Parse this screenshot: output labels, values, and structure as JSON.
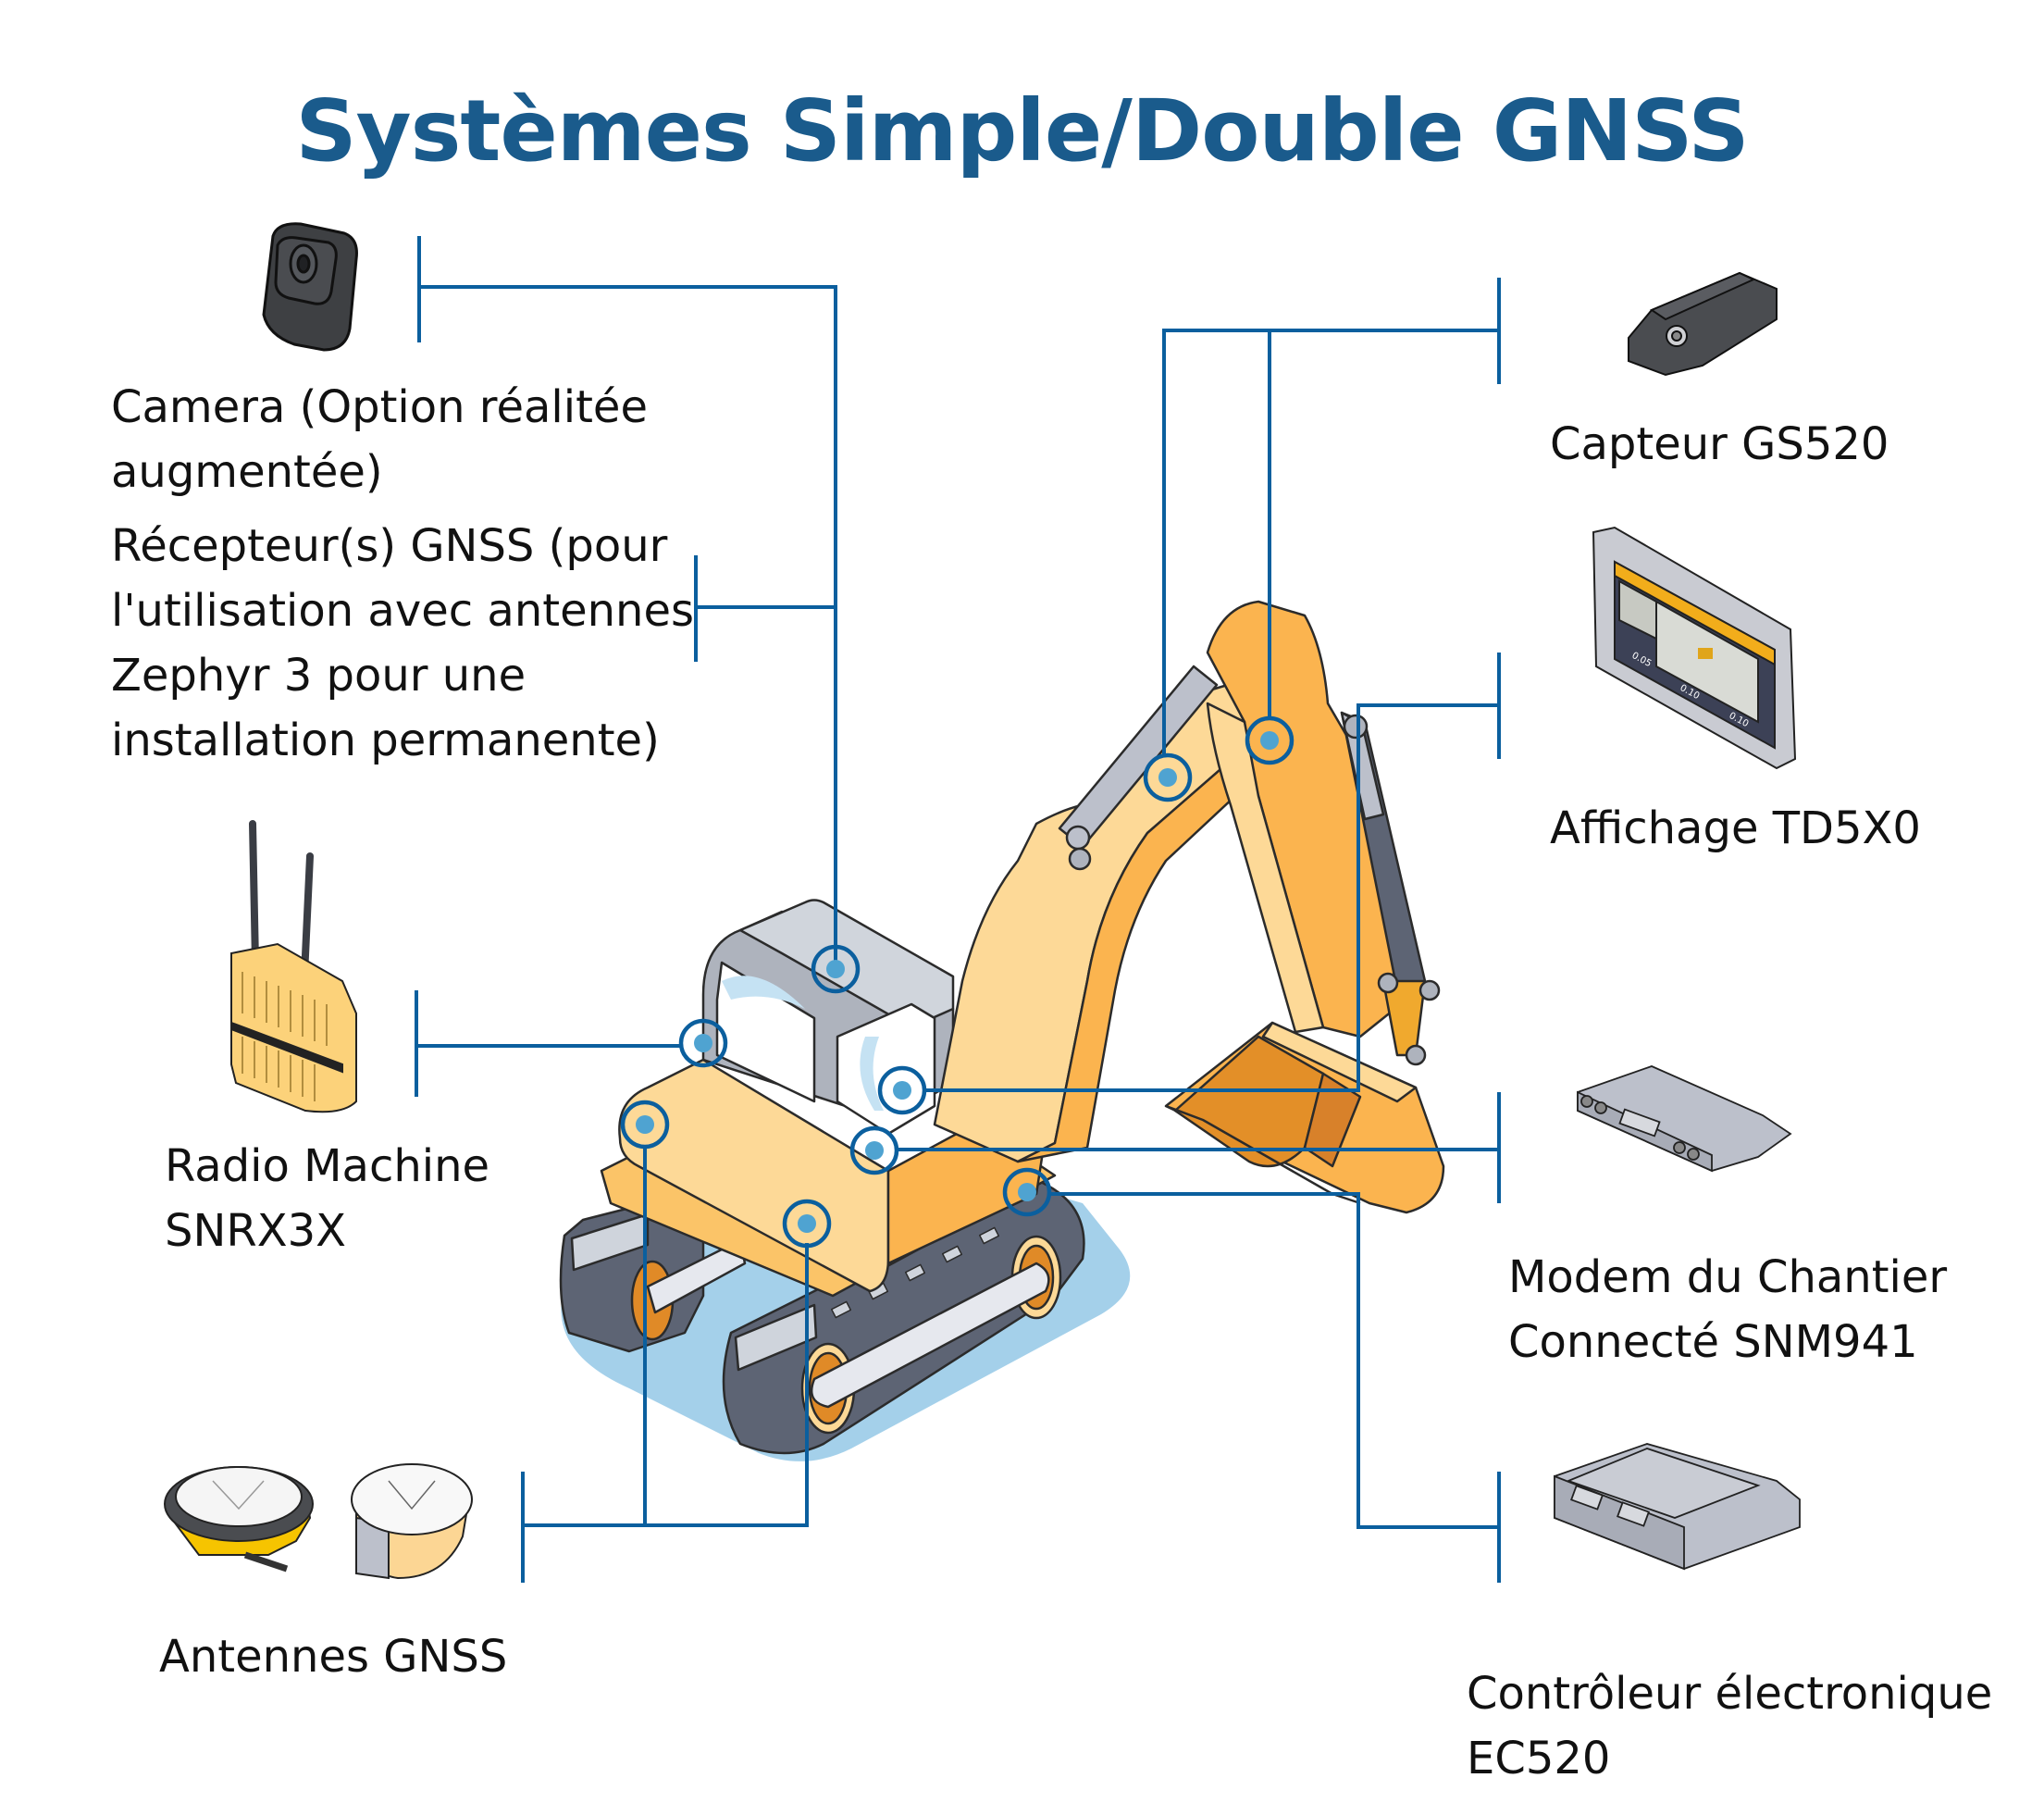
{
  "title": "Systèmes Simple/Double GNSS",
  "colors": {
    "title": "#1a5b8c",
    "leader_line": "#0b5f9e",
    "marker_dot": "#4fa3d1",
    "machine_yellow": "#fbb44f",
    "machine_light": "#fdd997",
    "shadow": "#a4d0ea",
    "track": "#5d6474"
  },
  "components": {
    "camera": {
      "icon": "camera-icon",
      "lines": [
        "Camera (Option réalitée",
        "augmentée)"
      ]
    },
    "receiver": {
      "lines": [
        "Récepteur(s) GNSS (pour",
        "l'utilisation avec antennes",
        "Zephyr 3 pour une",
        "installation permanente)"
      ]
    },
    "radio": {
      "icon": "radio-antenna-icon",
      "lines": [
        "Radio Machine",
        "SNRX3X"
      ]
    },
    "antennas": {
      "icon": "gnss-antenna-icon",
      "lines": [
        "Antennes GNSS"
      ]
    },
    "sensor": {
      "icon": "sensor-icon",
      "lines": [
        "Capteur GS520"
      ]
    },
    "display": {
      "icon": "tablet-display-icon",
      "lines": [
        "Affichage TD5X0"
      ]
    },
    "modem": {
      "icon": "modem-icon",
      "lines": [
        "Modem du Chantier",
        "Connecté SNM941"
      ]
    },
    "controller": {
      "icon": "controller-icon",
      "lines": [
        "Contrôleur électronique",
        "EC520"
      ]
    }
  },
  "display_screen": {
    "values": [
      "0.05",
      "0.10",
      "0.10"
    ]
  }
}
